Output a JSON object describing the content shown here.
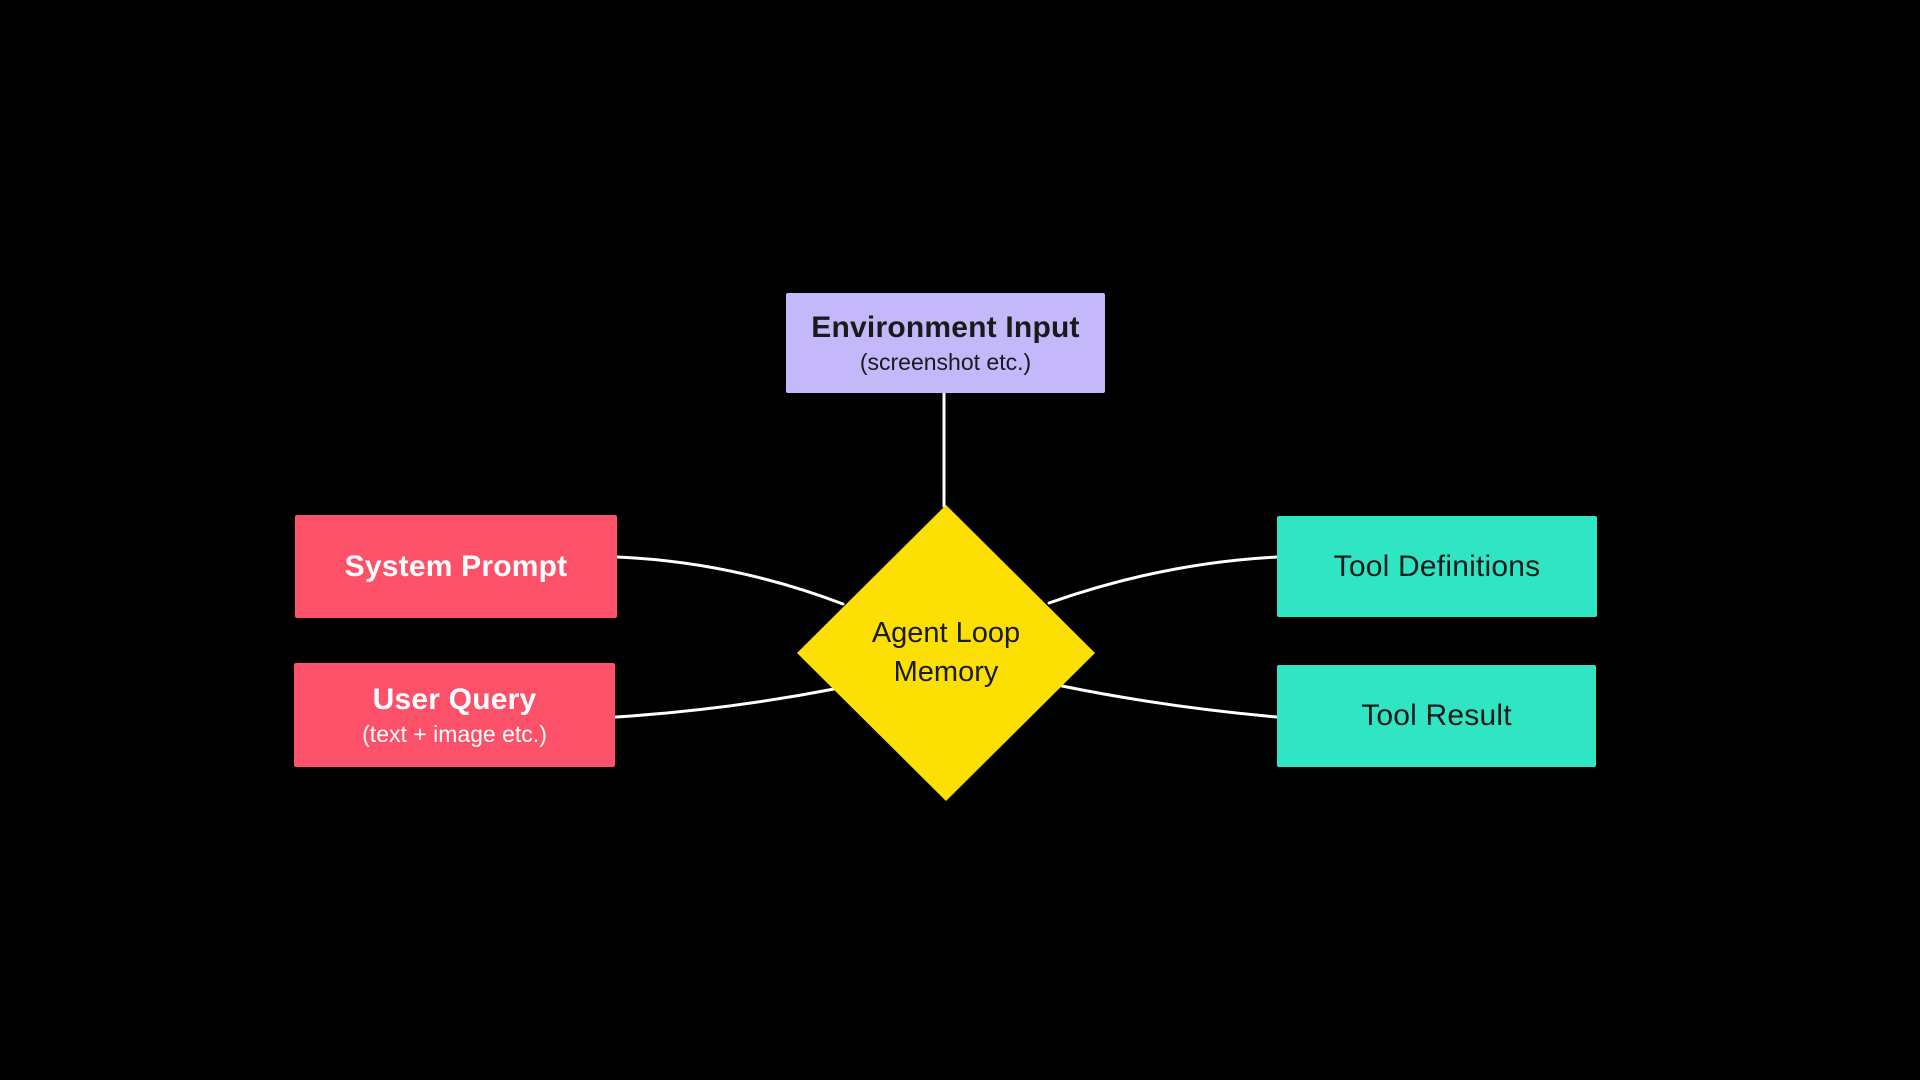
{
  "colors": {
    "background": "#000000",
    "env_box": "#C4B8FB",
    "input_box": "#FC5168",
    "tool_box": "#2FE5C4",
    "diamond": "#FCDF03",
    "connector": "#FFFFFF",
    "dark_text": "#1A1A1A",
    "light_text": "#FFFFFF"
  },
  "diagram": {
    "environment_input": {
      "title": "Environment Input",
      "subtitle": "(screenshot etc.)"
    },
    "system_prompt": {
      "title": "System Prompt"
    },
    "user_query": {
      "title": "User Query",
      "subtitle": "(text + image etc.)"
    },
    "agent_loop": {
      "line1": "Agent Loop",
      "line2": "Memory"
    },
    "tool_definitions": {
      "title": "Tool Definitions"
    },
    "tool_result": {
      "title": "Tool Result"
    },
    "edges": [
      {
        "from": "Environment Input",
        "to": "Agent Loop Memory"
      },
      {
        "from": "System Prompt",
        "to": "Agent Loop Memory"
      },
      {
        "from": "User Query",
        "to": "Agent Loop Memory"
      },
      {
        "from": "Agent Loop Memory",
        "to": "Tool Definitions"
      },
      {
        "from": "Agent Loop Memory",
        "to": "Tool Result"
      }
    ]
  }
}
